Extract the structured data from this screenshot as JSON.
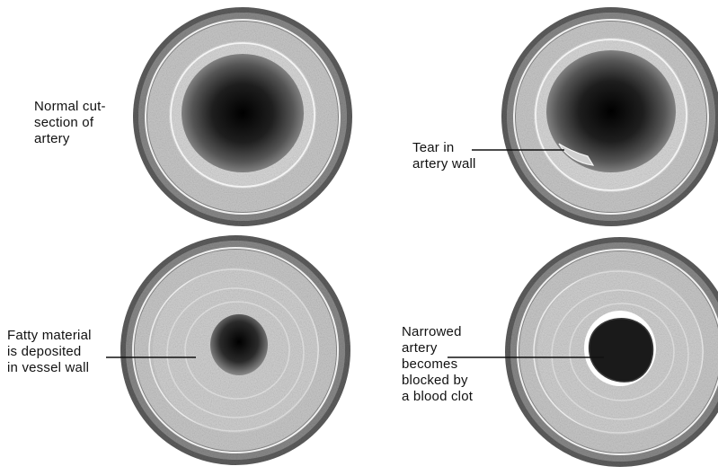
{
  "panels": [
    {
      "id": "normal",
      "stage": "normal",
      "lines": [
        "Normal cut-",
        "section of",
        "artery"
      ]
    },
    {
      "id": "tear",
      "stage": "tear",
      "lines": [
        "Tear in",
        "artery wall"
      ]
    },
    {
      "id": "fatty",
      "stage": "fatty",
      "lines": [
        "Fatty material",
        "is deposited",
        "in vessel wall"
      ]
    },
    {
      "id": "narrowed",
      "stage": "clot",
      "lines": [
        "Narrowed",
        "artery",
        "becomes",
        "blocked by",
        "a blood clot"
      ]
    }
  ],
  "colors": {
    "outer_wall": "#8a8a8a",
    "outer_wall_dark": "#5e5e5e",
    "media": "#c9c9c9",
    "intima": "#d9d9d9",
    "lumen_dark": "#0b0b0b",
    "lumen_mid": "#7a7a7a",
    "clot": "#1a1a1a",
    "leader": "#111111"
  }
}
